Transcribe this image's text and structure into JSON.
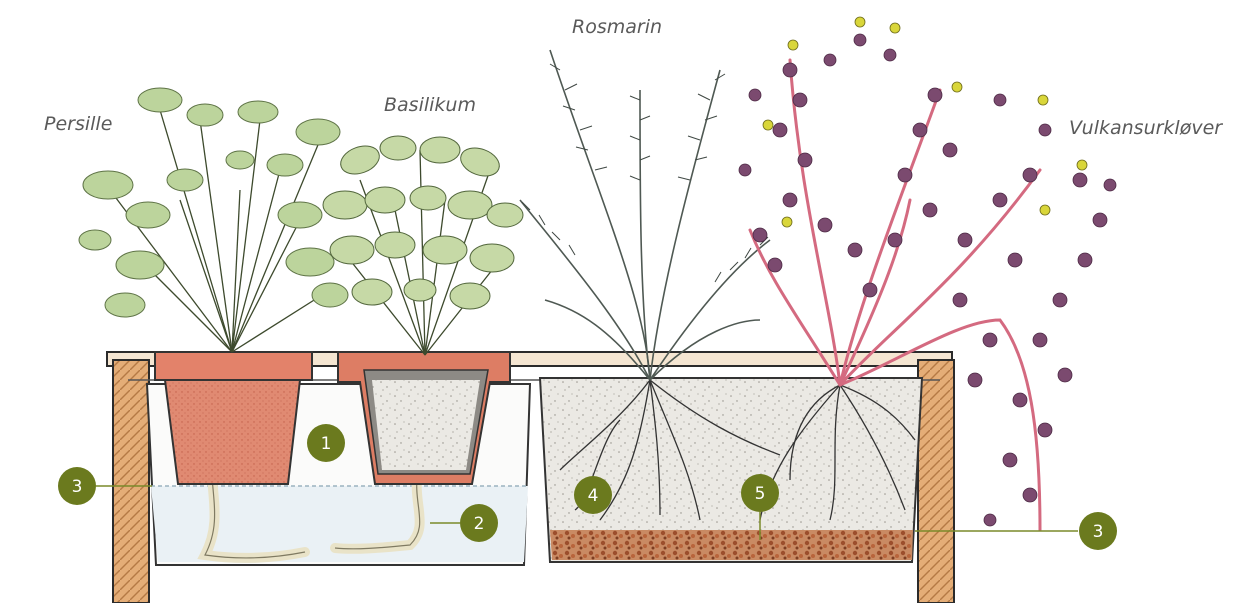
{
  "plants": {
    "persille": "Persille",
    "basilikum": "Basilikum",
    "rosmarin": "Rosmarin",
    "vulkansurklover": "Vulkansurkløver"
  },
  "markers": {
    "m1": "1",
    "m2": "2",
    "m3_left": "3",
    "m3_right": "3",
    "m4": "4",
    "m5": "5"
  },
  "colors": {
    "marker_fill": "#6b7a1e",
    "leader_line": "#7a8a2a",
    "terracotta": "#d9785f",
    "wood": "#d9a06a",
    "water": "#e6eef3",
    "parsley_leaf": "#b9d29a",
    "basil_leaf": "#c3d6a3",
    "rosemary": "#5c6660",
    "clover_leaf": "#7a4a6e",
    "clover_stem": "#d0607a",
    "gravel": "#b0603a"
  }
}
